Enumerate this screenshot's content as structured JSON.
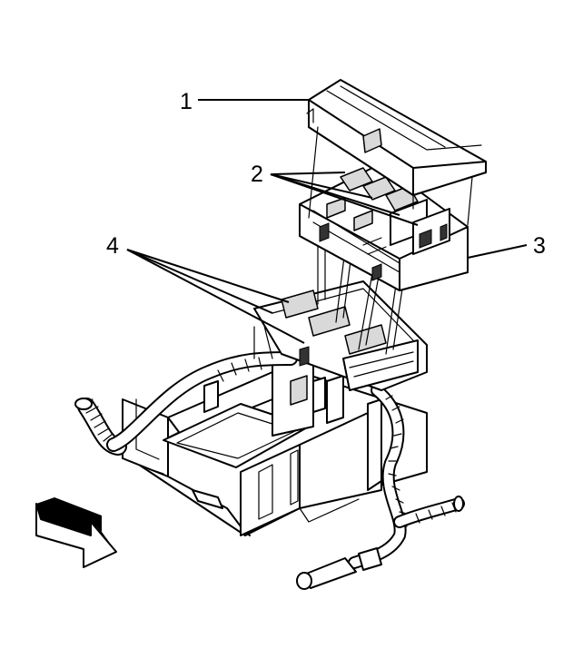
{
  "callouts": {
    "c1": "1",
    "c2": "2",
    "c3": "3",
    "c4": "4"
  },
  "arrow_icon": "direction-arrow-icon"
}
